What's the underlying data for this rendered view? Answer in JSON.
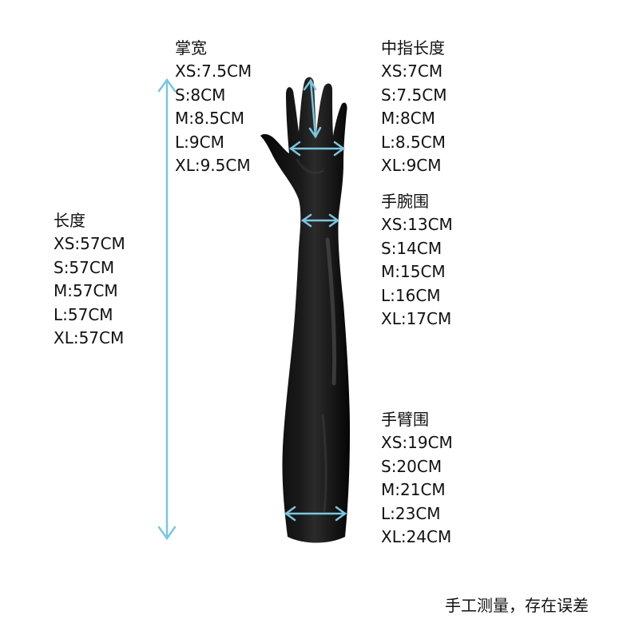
{
  "colors": {
    "glove": "#0b0b0b",
    "glove_highlight": "#5a5a5a",
    "measure_line": "#7cc5de",
    "text": "#111111",
    "background": "#ffffff"
  },
  "measurements": [
    {
      "id": "palm",
      "heading": "掌宽",
      "values": [
        "XS:7.5CM",
        "S:8CM",
        "M:8.5CM",
        "L:9CM",
        "XL:9.5CM"
      ]
    },
    {
      "id": "finger",
      "heading": "中指长度",
      "values": [
        "XS:7CM",
        "S:7.5CM",
        "M:8CM",
        "L:8.5CM",
        "XL:9CM"
      ]
    },
    {
      "id": "length",
      "heading": "长度",
      "values": [
        "XS:57CM",
        "S:57CM",
        "M:57CM",
        "L:57CM",
        "XL:57CM"
      ]
    },
    {
      "id": "wrist",
      "heading": "手腕围",
      "values": [
        "XS:13CM",
        "S:14CM",
        "M:15CM",
        "L:16CM",
        "XL:17CM"
      ]
    },
    {
      "id": "arm",
      "heading": "手臂围",
      "values": [
        "XS:19CM",
        "S:20CM",
        "M:21CM",
        "L:23CM",
        "XL:24CM"
      ]
    }
  ],
  "footnote": "手工测量，存在误差",
  "icons": {
    "glove": "long-glove-icon",
    "arrow": "double-arrow-icon"
  }
}
